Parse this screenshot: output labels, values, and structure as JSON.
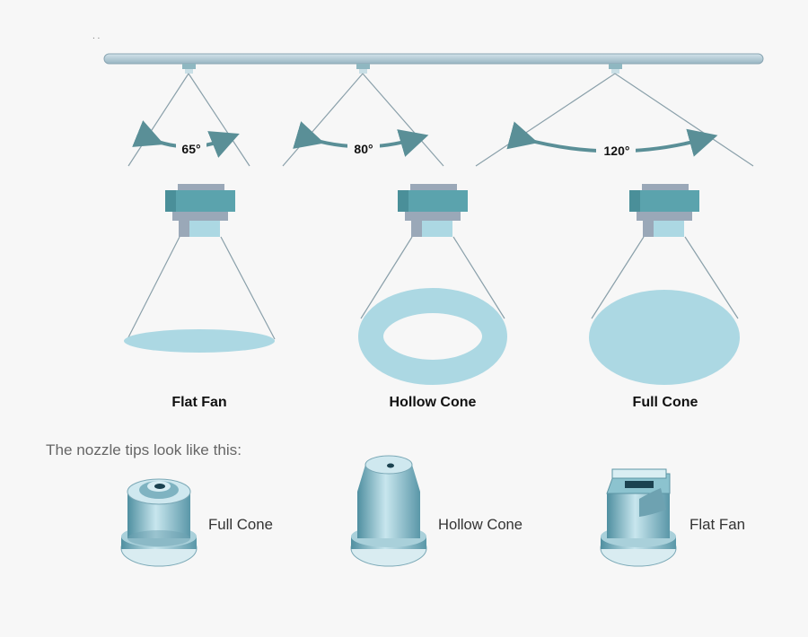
{
  "angles": {
    "flat_fan": "65°",
    "hollow_cone": "80°",
    "full_cone": "120°"
  },
  "pattern_labels": {
    "flat_fan": "Flat Fan",
    "hollow_cone": "Hollow Cone",
    "full_cone": "Full Cone"
  },
  "tips_caption": "The nozzle tips look like this:",
  "tip_labels": {
    "full_cone": "Full Cone",
    "hollow_cone": "Hollow Cone",
    "flat_fan": "Flat Fan"
  },
  "colors": {
    "boom": "#b4cbd6",
    "spray_pattern": "#acd8e3",
    "nozzle_body": "#5ba3ad",
    "nozzle_dark": "#4a8f99",
    "nozzle_gray": "#9aa8b8",
    "arrow": "#5a8f97",
    "spray_line": "#8aa0aa"
  }
}
